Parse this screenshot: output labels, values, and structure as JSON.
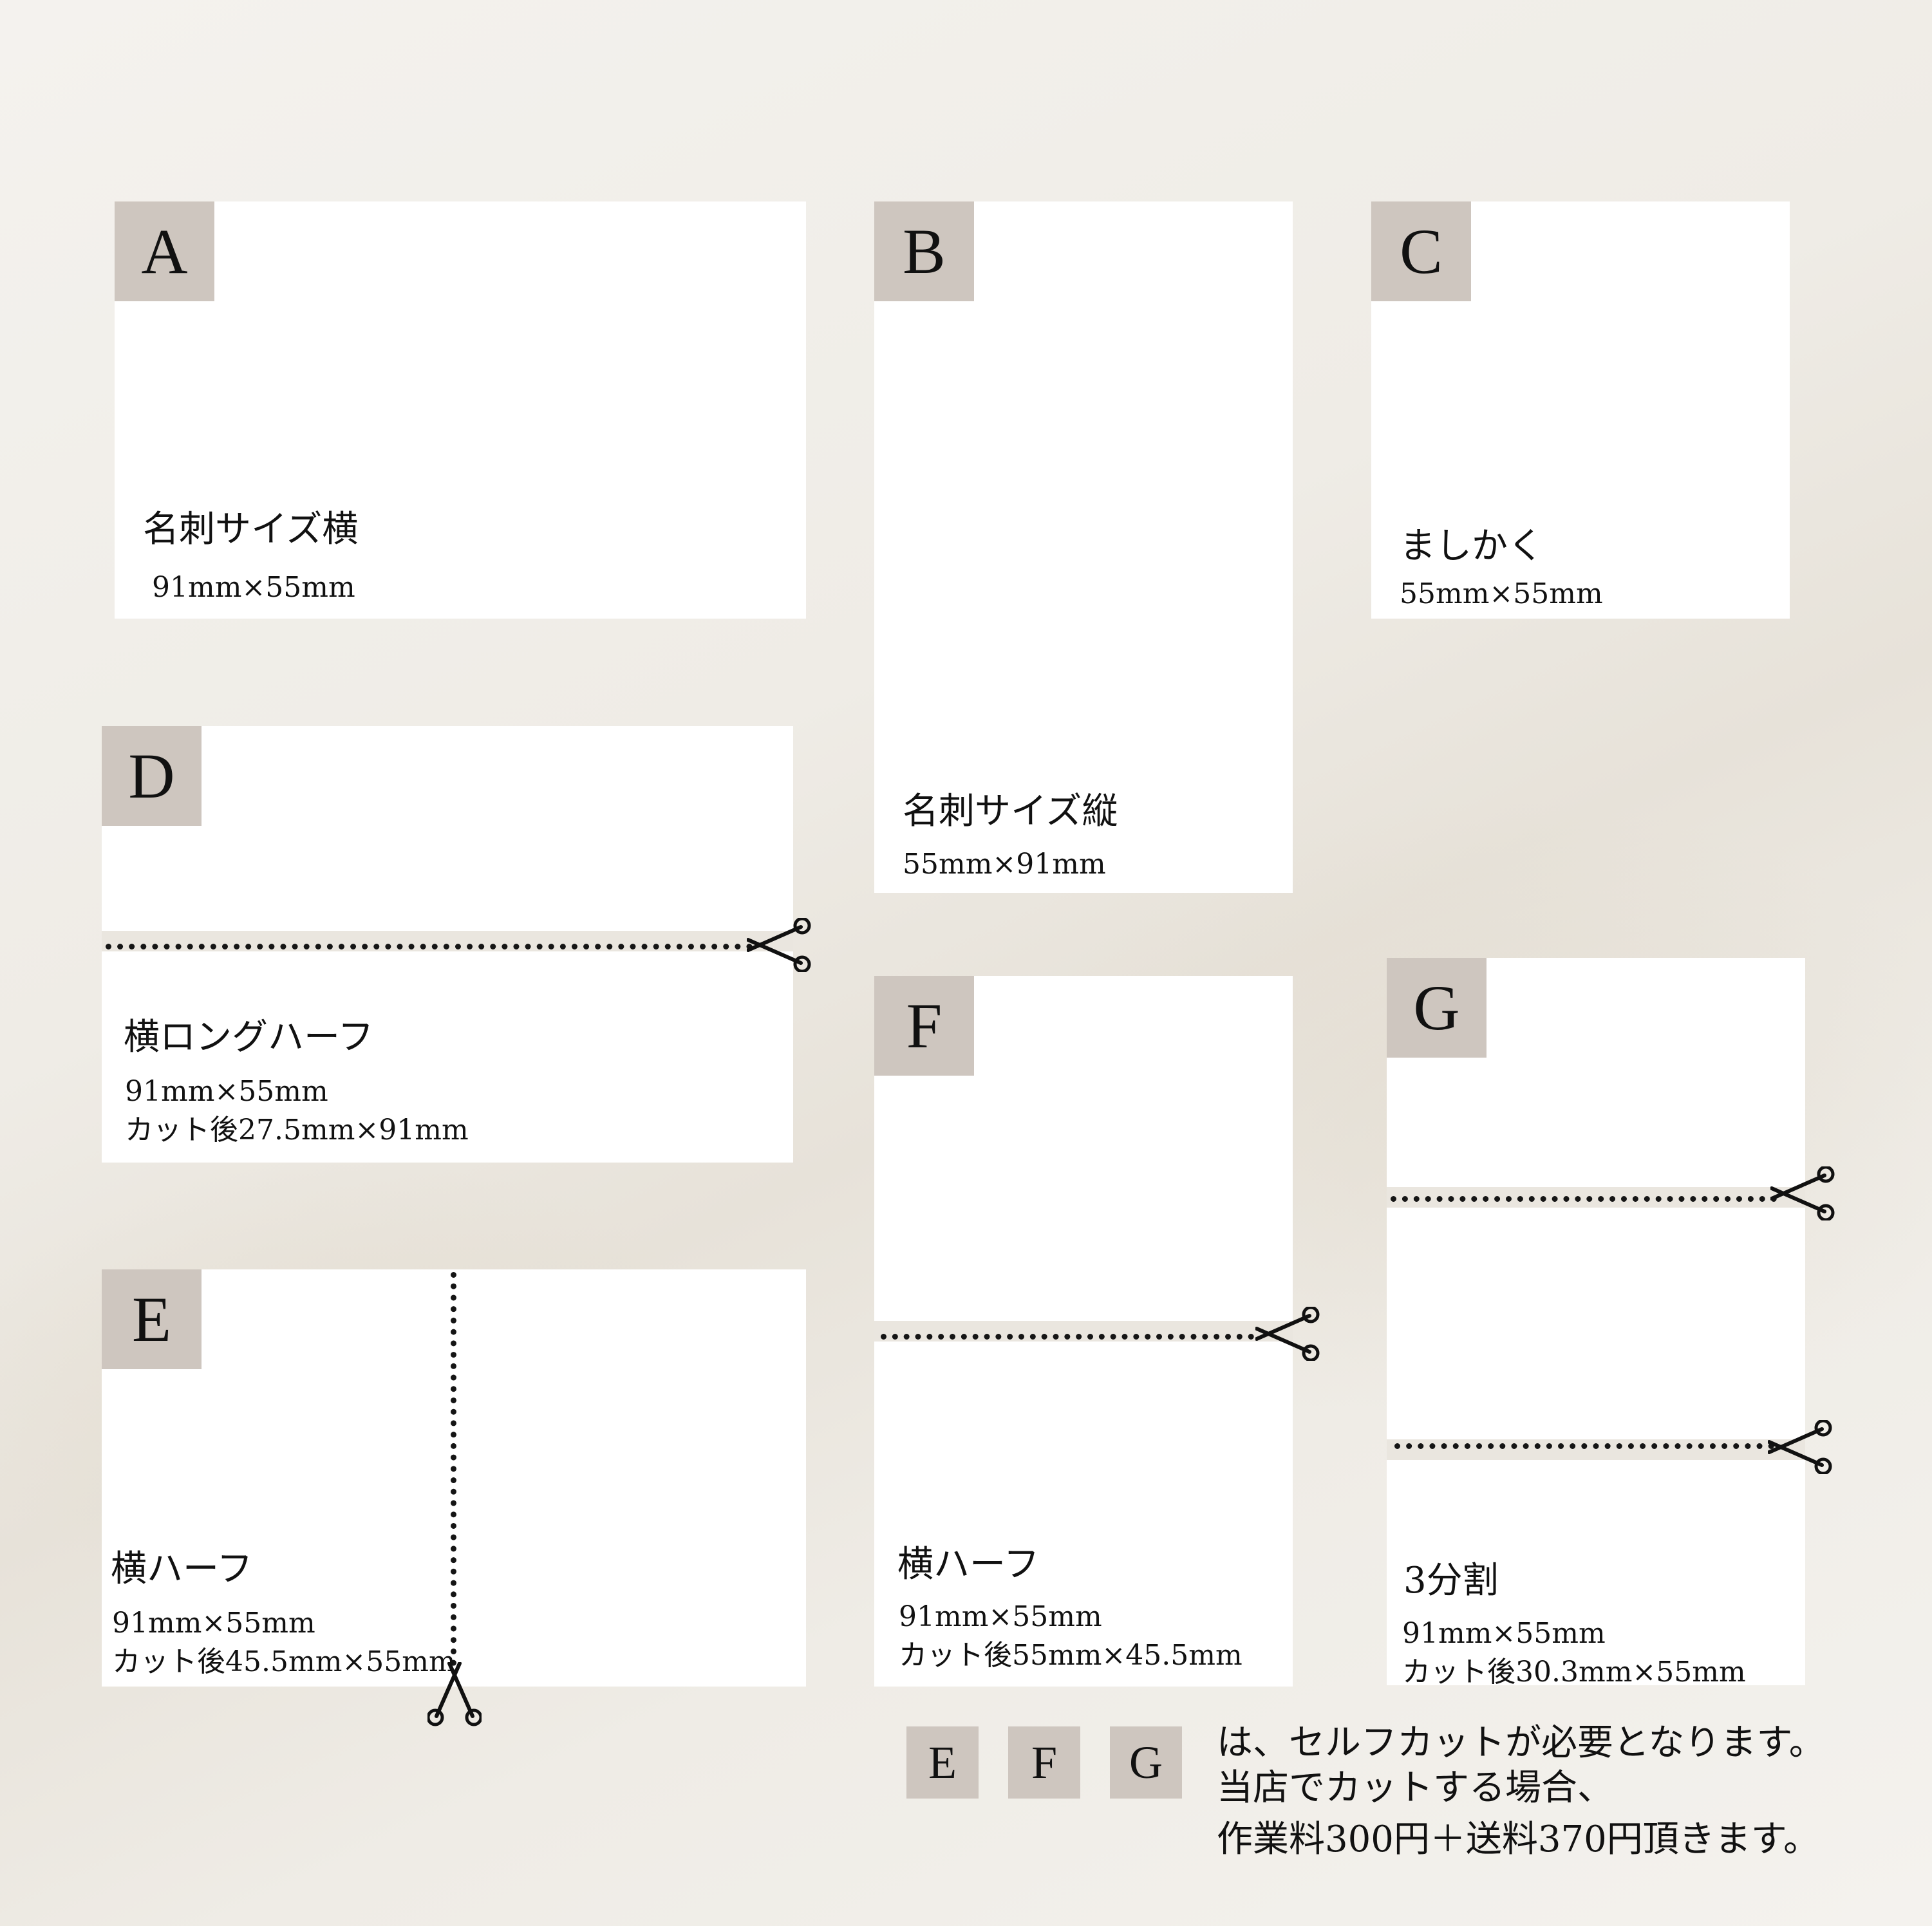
{
  "cards": {
    "a": {
      "letter": "A",
      "title": "名刺サイズ横",
      "dims": "91mm×55mm"
    },
    "b": {
      "letter": "B",
      "title": "名刺サイズ縦",
      "dims": "55mm×91mm"
    },
    "c": {
      "letter": "C",
      "title": "ましかく",
      "dims": "55mm×55mm"
    },
    "d": {
      "letter": "D",
      "title": "横ロングハーフ",
      "dims": "91mm×55mm",
      "cut": "カット後27.5mm×91mm"
    },
    "e": {
      "letter": "E",
      "title": "横ハーフ",
      "dims": "91mm×55mm",
      "cut": "カット後45.5mm×55mm"
    },
    "f": {
      "letter": "F",
      "title": "横ハーフ",
      "dims": "91mm×55mm",
      "cut": "カット後55mm×45.5mm"
    },
    "g": {
      "letter": "G",
      "title": "3分割",
      "dims": "91mm×55mm",
      "cut": "カット後30.3mm×55mm"
    }
  },
  "note": {
    "badges": [
      "E",
      "F",
      "G"
    ],
    "lines": [
      "は、セルフカットが必要となります。",
      "当店でカットする場合、",
      "作業料300円＋送料370円頂きます。"
    ]
  },
  "icons": {
    "cut_marker": "scissors-icon"
  }
}
